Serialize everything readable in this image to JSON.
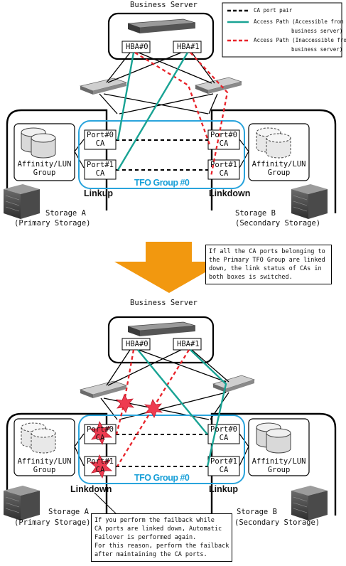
{
  "legend": {
    "ca_port_pair": "CA port pair",
    "access_ok_1": "Access Path (Accessible from",
    "access_ok_2": "business server)",
    "access_ng_1": "Access Path (Inaccessible from",
    "access_ng_2": "business server)"
  },
  "colors": {
    "teal": "#19a394",
    "red": "#e8232a",
    "blue": "#2aa4dc",
    "arrow": "#f2980f"
  },
  "top": {
    "server": "Business Server",
    "hba0": "HBA#0",
    "hba1": "HBA#1",
    "port0": "Port#0",
    "port1": "Port#1",
    "ca": "CA",
    "affinity_1": "Affinity/LUN",
    "affinity_2": "Group",
    "tfo_group": "TFO Group #0",
    "state_left": "Linkup",
    "state_right": "Linkdown",
    "storage_a": "Storage A",
    "storage_a_role": "(Primary Storage)",
    "storage_b": "Storage B",
    "storage_b_role": "(Secondary Storage)"
  },
  "note_switch": [
    "If all the CA ports belonging to",
    "the Primary TFO Group are linked",
    "down, the link status of CAs in",
    "both boxes is switched."
  ],
  "bottom": {
    "server": "Business Server",
    "hba0": "HBA#0",
    "hba1": "HBA#1",
    "port0": "Port#0",
    "port1": "Port#1",
    "ca": "CA",
    "affinity_1": "Affinity/LUN",
    "affinity_2": "Group",
    "tfo_group": "TFO Group #0",
    "state_left": "Linkdown",
    "state_right": "Linkup",
    "storage_a": "Storage A",
    "storage_a_role": "(Primary Storage)",
    "storage_b": "Storage B",
    "storage_b_role": "(Secondary Storage)"
  },
  "note_failback": [
    "If you perform the failback while",
    "CA ports are linked down, Automatic",
    "Failover is performed again.",
    "For this reason, perform the failback",
    "after maintaining the CA ports."
  ]
}
